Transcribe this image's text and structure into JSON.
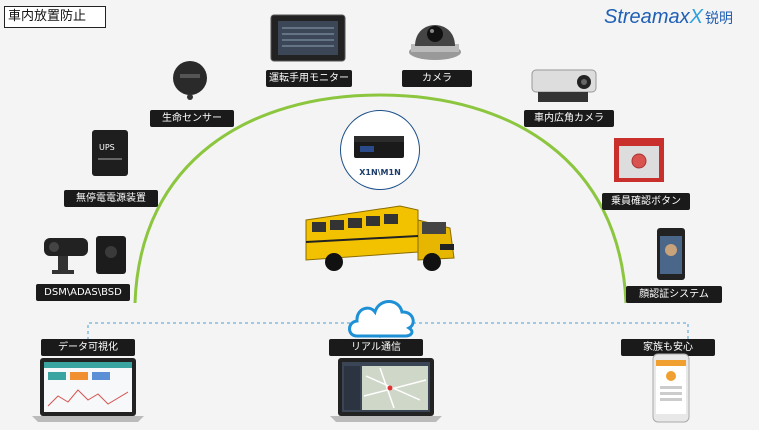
{
  "title": "車内放置防止",
  "logo": {
    "brand_a": "Strea",
    "brand_b": "max",
    "brand_x": "X",
    "brand_cn": "锐明"
  },
  "hub": {
    "label": "X1N\\M1N"
  },
  "devices": {
    "monitor": "運転手用モニター",
    "camera": "カメラ",
    "life_sensor": "生命センサー",
    "wide_camera": "車内広角カメラ",
    "ups": "無停電電源装置",
    "confirm_button": "乗員確認ボタン",
    "dsm": "DSM\\ADAS\\BSD",
    "face_auth": "顔認証システム"
  },
  "bottom": {
    "visualization": "データ可視化",
    "realtime": "リアル通信",
    "family": "家族も安心"
  },
  "device_texts": {
    "ups": "UPS",
    "button": ""
  },
  "colors": {
    "arch": "#8cc63f",
    "cloud": "#1e90d6",
    "dashed": "#4a9fd8",
    "label_bg": "#1a1a1a"
  }
}
